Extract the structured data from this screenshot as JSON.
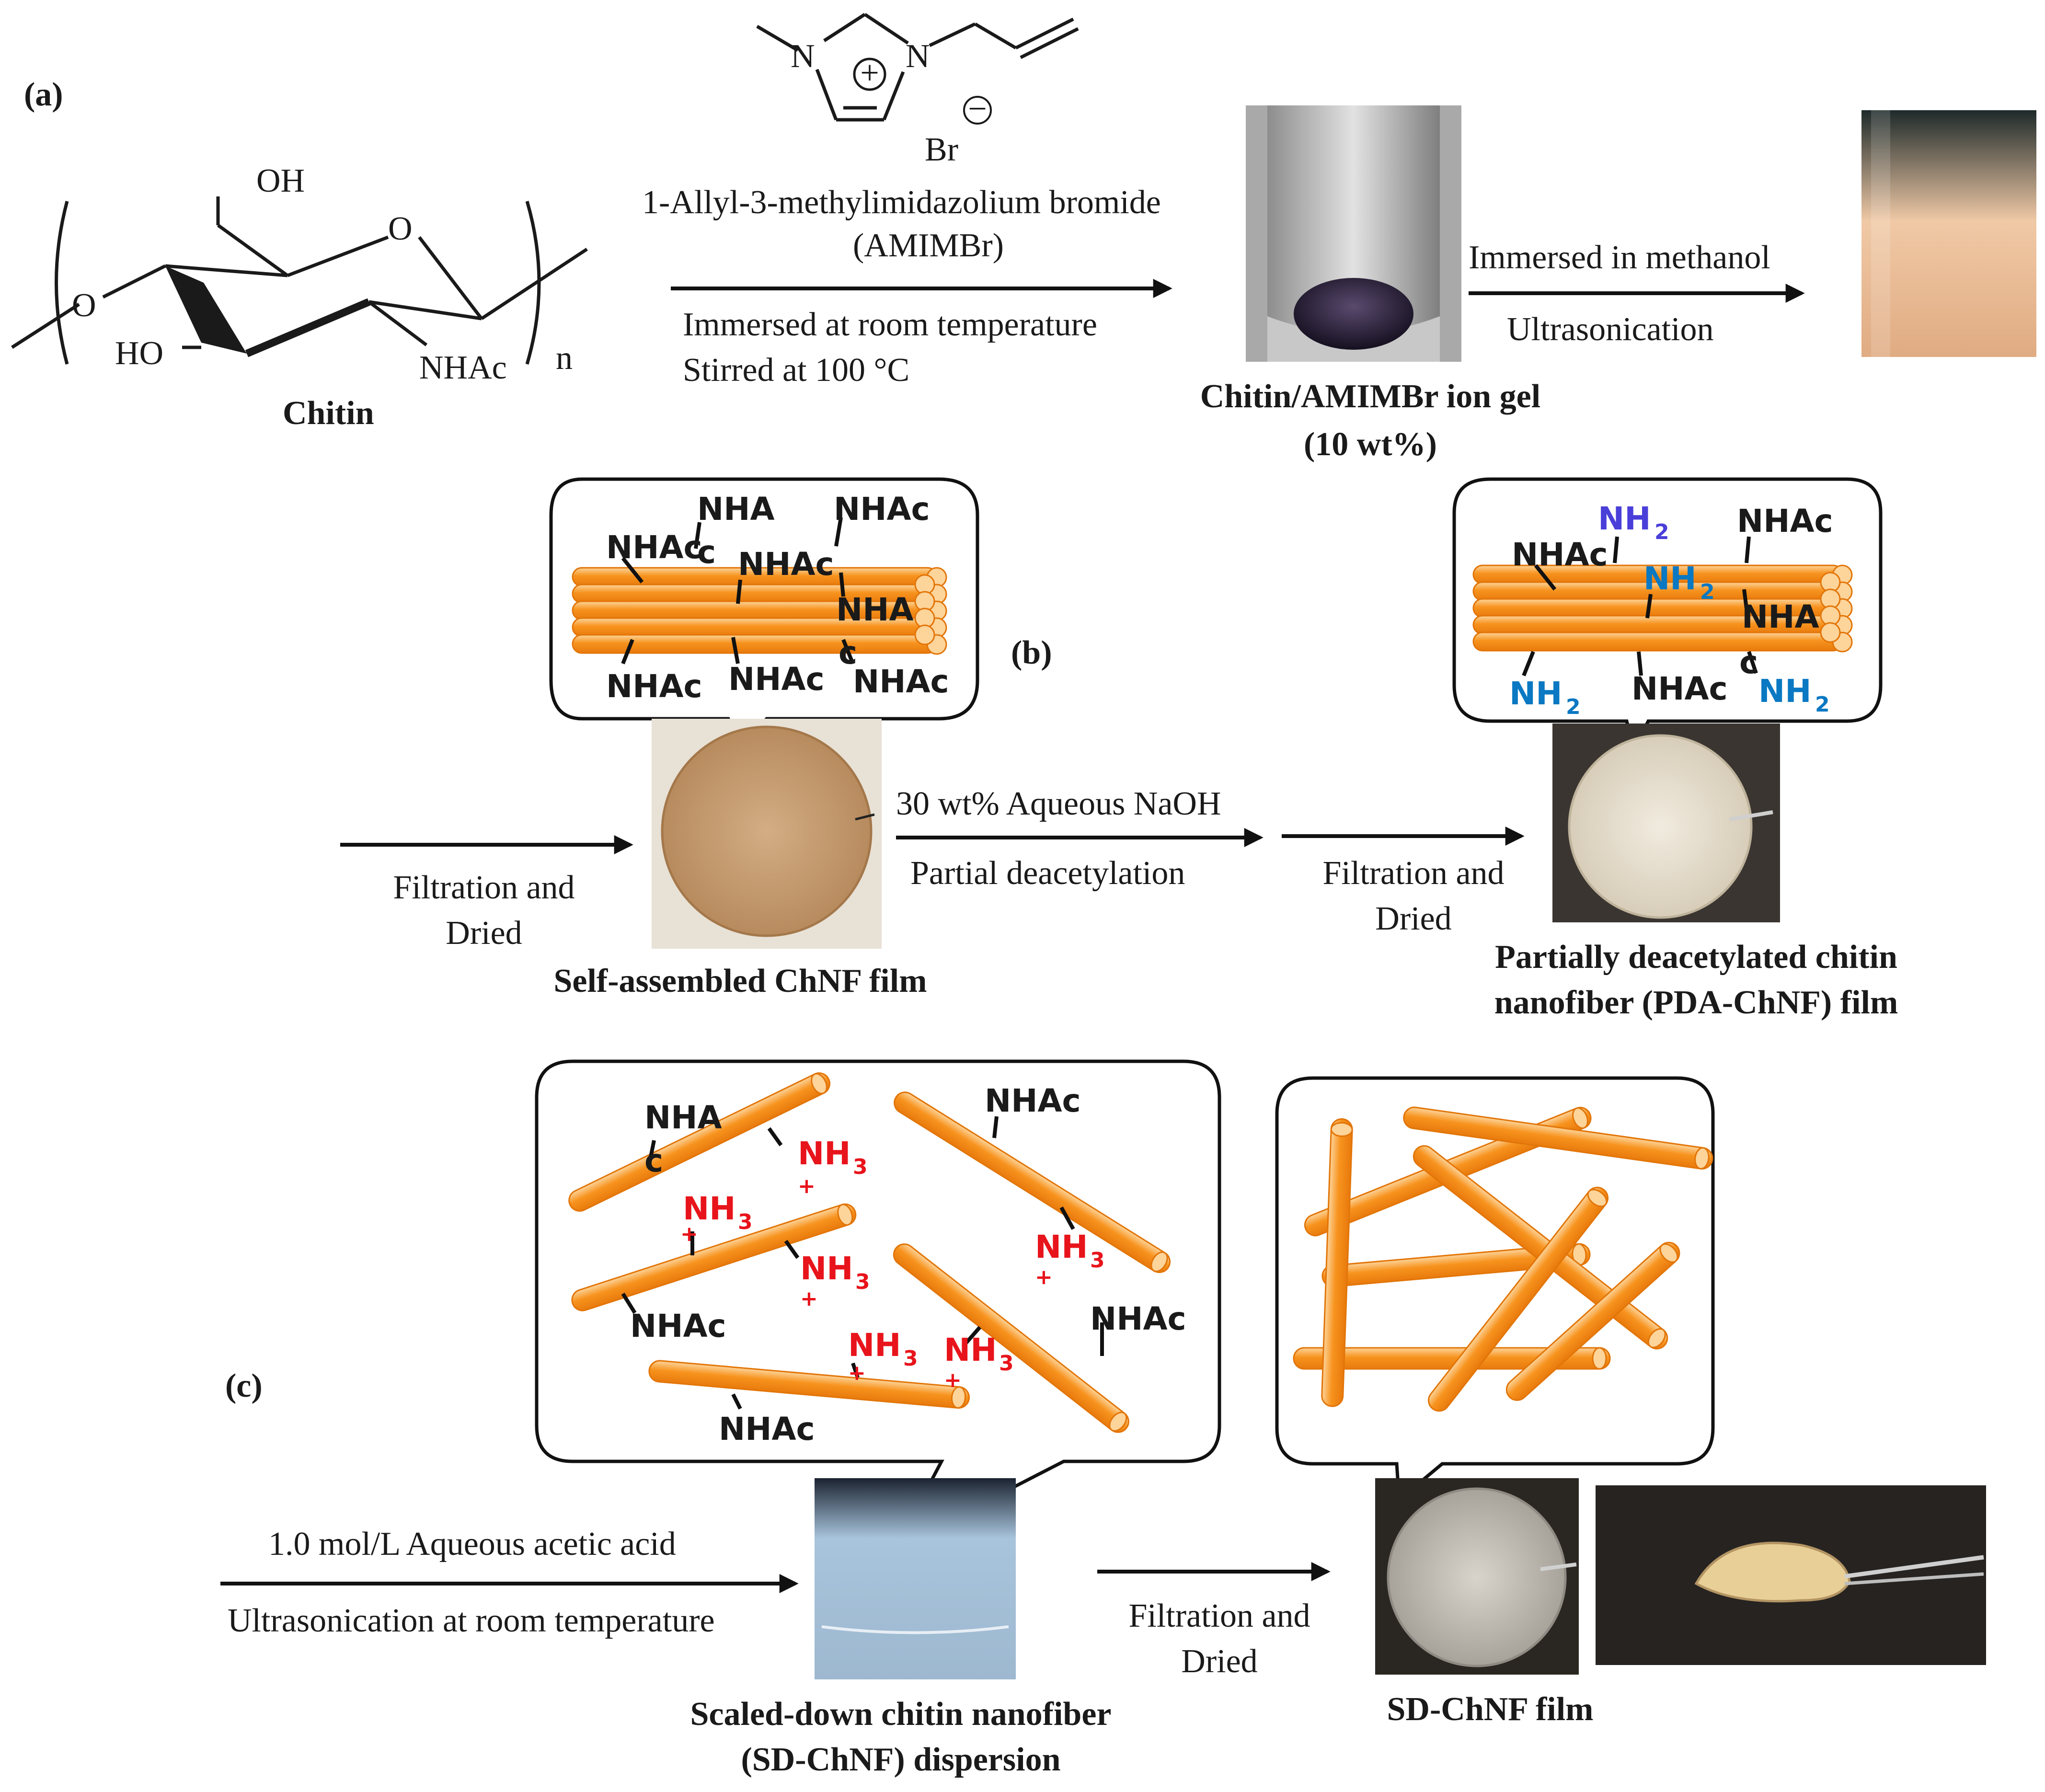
{
  "panel_labels": {
    "a": "(a)",
    "b": "(b)",
    "c": "(c)"
  },
  "chitin": {
    "oh_top": "OH",
    "ring_o": "O",
    "link_o": "O",
    "ho": "HO",
    "nhac": "NHAc",
    "n": "n",
    "caption": "Chitin"
  },
  "amimbr": {
    "n1": "N",
    "n2": "N",
    "plus": "+",
    "minus": "−",
    "br": "Br",
    "name": "1-Allyl-3-methylimidazolium  bromide",
    "abbr": "(AMIMBr)"
  },
  "step1": {
    "line1": "Immersed at room temperature",
    "line2": "Stirred at 100 °C"
  },
  "iongel": {
    "line1": "Chitin/AMIMBr ion gel",
    "line2": "(10 wt%)"
  },
  "step2": {
    "top": "Immersed in methanol",
    "bottom": "Ultrasonication"
  },
  "panel_b": {
    "step_filtration_1": {
      "line1": "Filtration and",
      "line2": "Dried"
    },
    "film_caption": "Self-assembled ChNF film",
    "naoh": {
      "top": "30 wt% Aqueous NaOH",
      "bottom": "Partial  deacetylation"
    },
    "step_filtration_2": {
      "line1": "Filtration and",
      "line2": "Dried"
    },
    "pda_caption": {
      "line1": "Partially  deacetylated chitin",
      "line2": "nanofiber (PDA-ChNF) film"
    },
    "bubble_left_groups": [
      "NHA",
      "c",
      "NHAc",
      "NHAc",
      "NHAc",
      "NHA",
      "c",
      "NHAc",
      "NHAc",
      "NHAc"
    ],
    "bubble_right_groups": [
      "NH",
      "2",
      "NHAc",
      "NHAc",
      "NH",
      "2",
      "NHA",
      "c",
      "NH",
      "2",
      "NHAc",
      "NH",
      "2"
    ]
  },
  "panel_c": {
    "acid": {
      "top": "1.0 mol/L Aqueous acetic acid",
      "bottom": "Ultrasonication  at room temperature"
    },
    "dispersion_caption": {
      "line1": "Scaled-down chitin nanofiber",
      "line2": "(SD-ChNF) dispersion"
    },
    "step_filtration": {
      "line1": "Filtration and",
      "line2": "Dried"
    },
    "film_caption": "SD-ChNF film",
    "groups": [
      "NHA",
      "c",
      "NH",
      "3",
      "+",
      "NHAc",
      "NHAc",
      "NHAc",
      "NHAc"
    ]
  },
  "colors": {
    "fiber": "#f7931e",
    "fiber_light": "#fdd49a",
    "amine": "#0a78c2",
    "ammonium": "#e8141b",
    "text": "#1a1a1a"
  }
}
